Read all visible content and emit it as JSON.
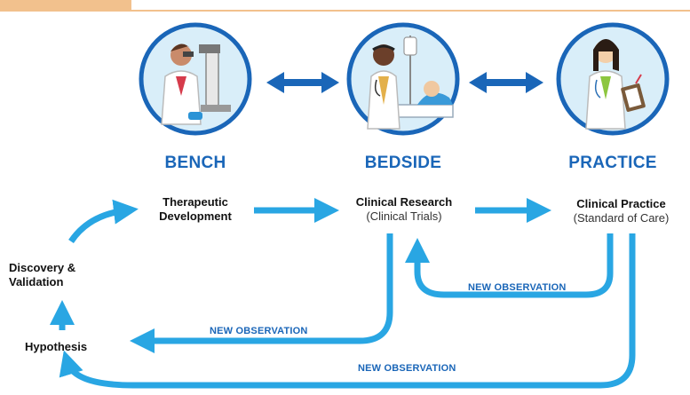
{
  "colors": {
    "primary_blue": "#1a66b8",
    "light_blue": "#29a6e3",
    "circle_bg": "#d9eef9",
    "accent": "#f2c18d"
  },
  "stages": [
    {
      "label": "BENCH",
      "icon": "scientist-microscope-icon"
    },
    {
      "label": "BEDSIDE",
      "icon": "doctor-patient-bed-icon"
    },
    {
      "label": "PRACTICE",
      "icon": "doctor-clipboard-icon"
    }
  ],
  "nodes": {
    "therapeutic": {
      "line1": "Therapeutic",
      "line2": "Development"
    },
    "clinical_research": {
      "title": "Clinical Research",
      "sub": "(Clinical Trials)"
    },
    "clinical_practice": {
      "title": "Clinical Practice",
      "sub": "(Standard of Care)"
    },
    "discovery": {
      "line1": "Discovery &",
      "line2": "Validation"
    },
    "hypothesis": {
      "label": "Hypothesis"
    }
  },
  "observations": {
    "inner": "NEW OBSERVATION",
    "middle": "NEW OBSERVATION",
    "outer": "NEW OBSERVATION"
  }
}
